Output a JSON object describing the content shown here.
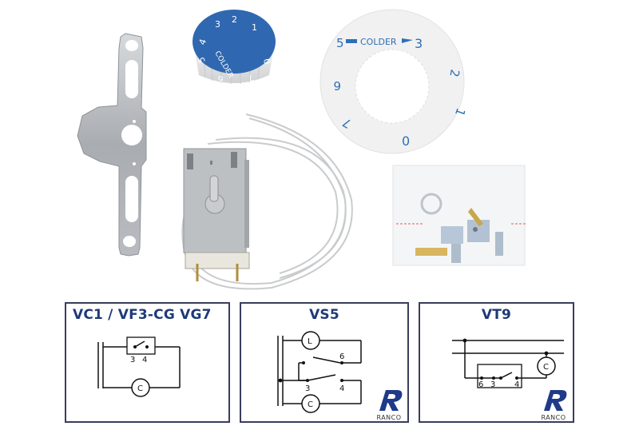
{
  "product_photo": {
    "items": [
      {
        "name": "mounting-bracket",
        "description": "Galvanized steel mounting bracket"
      },
      {
        "name": "control-knob",
        "description": "Blue and white thermostat knob",
        "dial_numbers": [
          "3",
          "2",
          "1",
          "0",
          "7",
          "6",
          "5",
          "4"
        ],
        "knob_label": "COLDER"
      },
      {
        "name": "dial-plate",
        "description": "White scale plate",
        "top_label": "COLDER",
        "arrow_start": "5",
        "arrow_end": "3",
        "numbers": [
          "5",
          "3",
          "2",
          "1",
          "0",
          "7",
          "6"
        ]
      },
      {
        "name": "thermostat-body",
        "description": "Thermostat with capillary tube"
      },
      {
        "name": "accessory-bag",
        "description": "Bag of screws, terminals and clips"
      }
    ],
    "colors": {
      "knob_blue": "#2f68b0",
      "dial_blue": "#2f6fb8",
      "metal": "#b9bcbf"
    }
  },
  "diagrams": [
    {
      "title": "VC1 / VF3-CG  VG7",
      "terminals": [
        "3",
        "4"
      ],
      "components": [
        "C"
      ],
      "has_logo": false
    },
    {
      "title": "VS5",
      "terminals": [
        "6",
        "3",
        "4"
      ],
      "components": [
        "L",
        "C"
      ],
      "has_logo": true
    },
    {
      "title": "VT9",
      "terminals": [
        "6",
        "3",
        "4"
      ],
      "components": [
        "C"
      ],
      "has_logo": true
    }
  ],
  "logo": {
    "text": "RANCO",
    "color": "#1f3a8a"
  },
  "colors": {
    "title_blue": "#1f3a78",
    "box_border": "#3a3d5c",
    "line": "#111111"
  }
}
